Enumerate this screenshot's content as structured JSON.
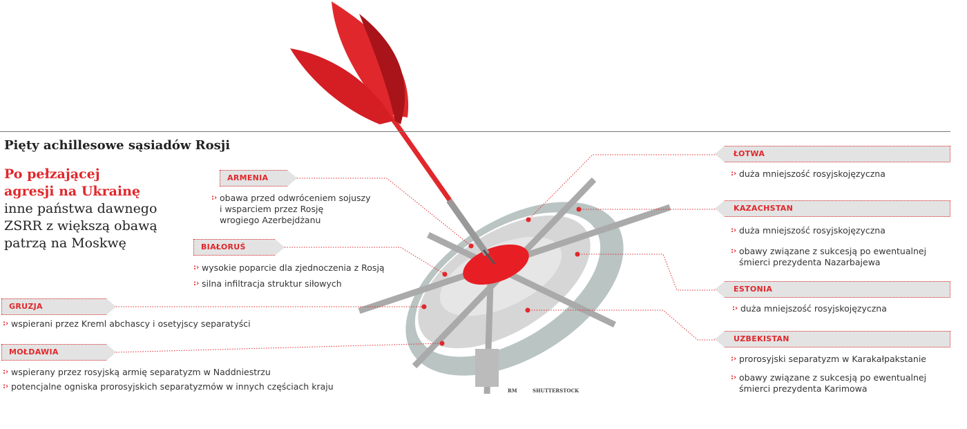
{
  "title": "Pięty achillesowe sąsiadów Rosji",
  "lead": {
    "highlight": [
      "Po pełzającej",
      "agresji na Ukrainę"
    ],
    "rest": [
      "inne państwa dawnego",
      "ZSRR z większą obawą",
      "patrzą na Moskwę"
    ]
  },
  "colors": {
    "accent": "#e0282c",
    "tag_bg": "#e3e3e3",
    "target": "#c8cfcf"
  },
  "bullet_icon": "dotted-arrow-bullet",
  "countries_left": [
    {
      "name": "ARMENIA",
      "items": [
        "obawa przed odwróceniem sojuszy",
        "i wsparciem przez Rosję",
        "wrogiego Azerbejdżanu"
      ]
    },
    {
      "name": "BIAŁORUŚ",
      "items": [
        "wysokie poparcie dla zjednoczenia z Rosją",
        "silna infiltracja struktur siłowych"
      ]
    },
    {
      "name": "GRUZJA",
      "items": [
        "wspierani przez Kreml abchascy i osetyjscy separatyści"
      ]
    },
    {
      "name": "MOŁDAWIA",
      "items": [
        "wspierany przez rosyjską armię separatyzm w Naddniestrzu",
        "potencjalne ogniska prorosyjskich separatyzmów w innych częściach kraju"
      ]
    }
  ],
  "countries_right": [
    {
      "name": "ŁOTWA",
      "items": [
        "duża mniejszość rosyjskojęzyczna"
      ]
    },
    {
      "name": "KAZACHSTAN",
      "items": [
        "duża mniejszość rosyjskojęzyczna",
        "obawy związane z sukcesją po ewentualnej",
        "śmierci prezydenta Nazarbajewa"
      ]
    },
    {
      "name": "ESTONIA",
      "items": [
        "duża mniejszość rosyjskojęzyczna"
      ]
    },
    {
      "name": "UZBEKISTAN",
      "items": [
        "prorosyjski separatyzm w Karakałpakstanie",
        "obawy związane z sukcesją po ewentualnej",
        "śmierci prezydenta Karimowa"
      ]
    }
  ],
  "credits": {
    "author": "RM",
    "source": "SHUTTERSTOCK"
  }
}
